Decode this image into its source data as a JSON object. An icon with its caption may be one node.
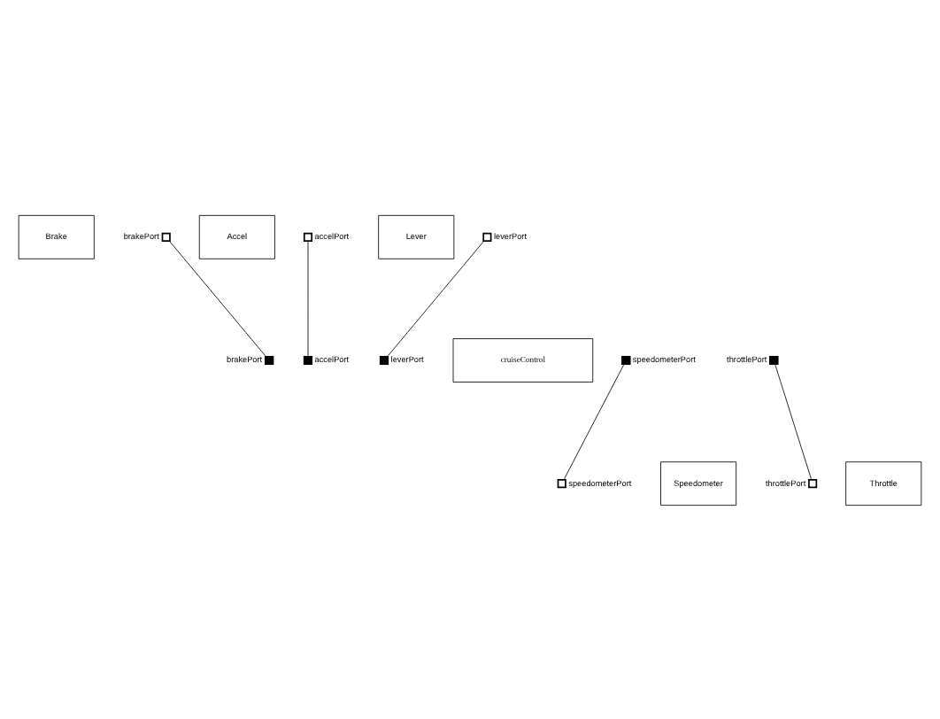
{
  "diagram": {
    "nodes": [
      {
        "text": [
          "Brake"
        ]
      },
      {
        "text": [
          "Accel"
        ]
      },
      {
        "text": [
          "Lever"
        ]
      },
      {
        "text": [],
        "shape": "box",
        "beside": [
          "brakePort"
        ]
      },
      {
        "text": [],
        "shape": "box",
        "beside": [
          "accelPort"
        ]
      },
      {
        "text": [],
        "shape": "box",
        "beside": [
          "leverPort"
        ]
      },
      {
        "text": [],
        "shape": "box",
        "beside": [
          "brakePort"
        ]
      },
      {
        "text": [],
        "shape": "box",
        "beside": [
          "accelPort"
        ]
      },
      {
        "text": [],
        "shape": "box",
        "beside": [
          "leverPort"
        ]
      },
      {
        "text": [
          "cruiseControl"
        ]
      },
      {
        "text": [],
        "shape": "box",
        "beside": [
          "throttlePort"
        ]
      },
      {
        "text": [],
        "shape": "box",
        "beside": [
          "speedometerPort"
        ]
      },
      {
        "text": [],
        "shape": "box",
        "beside": [
          "throttlePort"
        ]
      },
      {
        "text": [],
        "shape": "box",
        "beside": [
          "speedometerPort"
        ]
      },
      {
        "text": [
          "Throttle"
        ]
      },
      {
        "text": [
          "Speedometer"
        ]
      }
    ],
    "edges": [
      {
        "from": 3,
        "to": 6,
        "arrow": "none"
      },
      {
        "from": 4,
        "to": 7,
        "arrow": "none"
      },
      {
        "from": 5,
        "to": 8,
        "arrow": "none"
      },
      {
        "from": 10,
        "to": 12,
        "arrow": "none"
      },
      {
        "from": 11,
        "to": 13,
        "arrow": "none"
      }
    ]
  }
}
